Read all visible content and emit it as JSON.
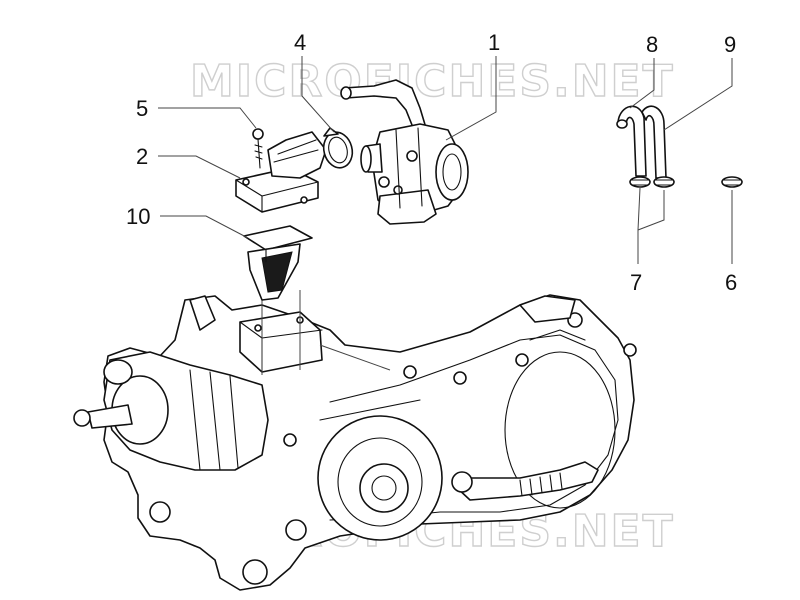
{
  "watermark": "MICROFICHES.NET",
  "callouts": {
    "c1": "1",
    "c2": "2",
    "c4": "4",
    "c5": "5",
    "c6": "6",
    "c7": "7",
    "c8": "8",
    "c9": "9",
    "c10": "10"
  },
  "parts": [
    {
      "id": "1",
      "name": "carburetor"
    },
    {
      "id": "2",
      "name": "intake-manifold"
    },
    {
      "id": "4",
      "name": "hose-clamp"
    },
    {
      "id": "5",
      "name": "screw"
    },
    {
      "id": "6",
      "name": "hose-clip"
    },
    {
      "id": "7",
      "name": "hose-clips"
    },
    {
      "id": "8",
      "name": "vent-tube"
    },
    {
      "id": "9",
      "name": "vent-tube"
    },
    {
      "id": "10",
      "name": "reed-valve"
    }
  ]
}
